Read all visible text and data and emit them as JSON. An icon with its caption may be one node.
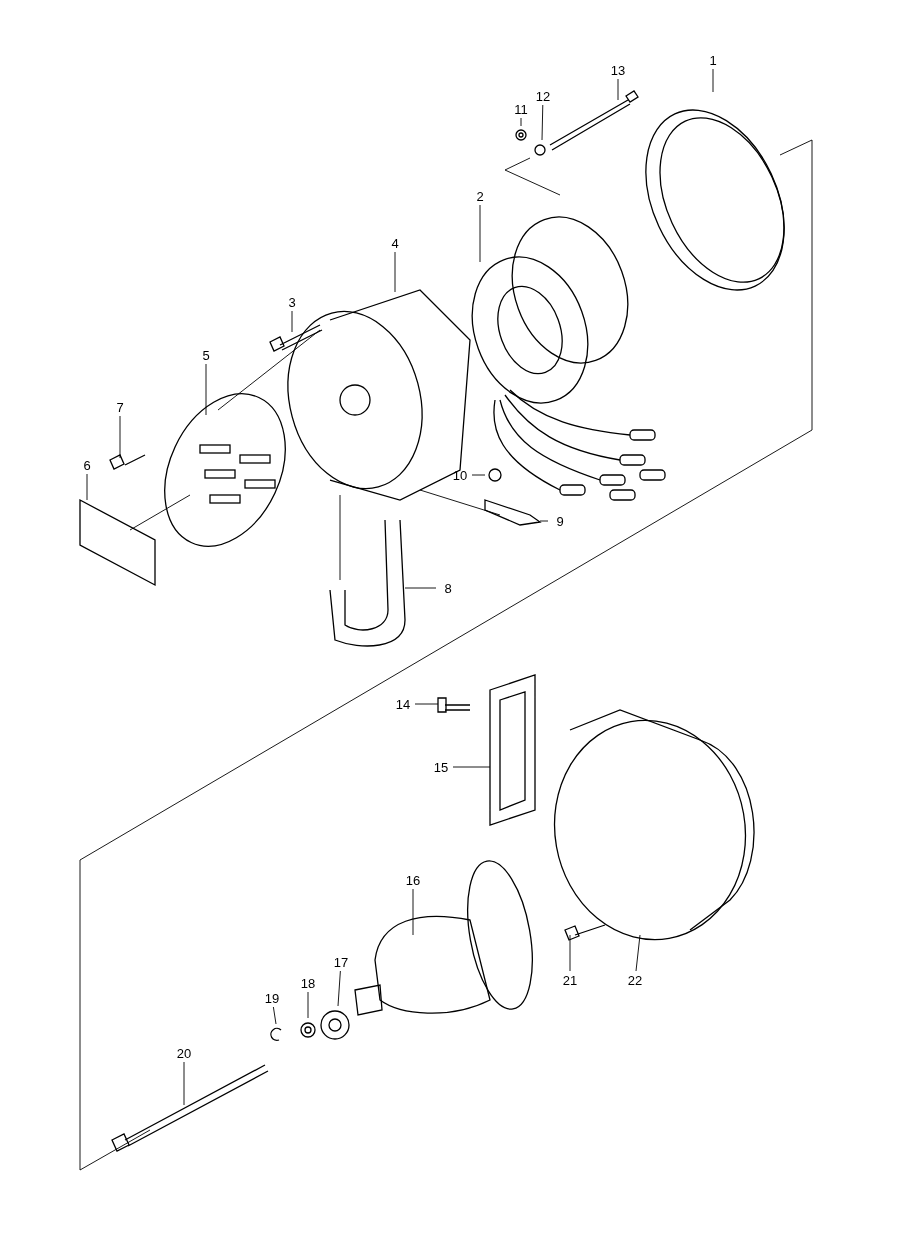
{
  "diagram": {
    "nodes": [
      {
        "text": [
          "1"
        ]
      },
      {
        "text": [
          "13"
        ]
      },
      {
        "text": [
          "12"
        ]
      },
      {
        "text": [
          "11"
        ]
      },
      {
        "text": [
          "2"
        ]
      },
      {
        "text": [
          "4"
        ]
      },
      {
        "text": [
          "3"
        ]
      },
      {
        "text": [
          "5"
        ]
      },
      {
        "text": [
          "7"
        ]
      },
      {
        "text": [
          "6"
        ]
      },
      {
        "text": [
          "10"
        ]
      },
      {
        "text": [
          "9"
        ]
      },
      {
        "text": [
          "8"
        ]
      },
      {
        "text": [
          "14"
        ]
      },
      {
        "text": [
          "15"
        ]
      },
      {
        "text": [
          "16"
        ]
      },
      {
        "text": [
          "17"
        ]
      },
      {
        "text": [
          "18"
        ]
      },
      {
        "text": [
          "19"
        ]
      },
      {
        "text": [
          "20"
        ]
      },
      {
        "text": [
          "21"
        ]
      },
      {
        "text": [
          "22"
        ]
      }
    ],
    "edges": [
      {
        "from": 0,
        "to": null,
        "arrow": "none"
      },
      {
        "from": 1,
        "to": null,
        "arrow": "none"
      },
      {
        "from": 2,
        "to": null,
        "arrow": "none"
      },
      {
        "from": 3,
        "to": null,
        "arrow": "none"
      },
      {
        "from": 4,
        "to": null,
        "arrow": "none"
      },
      {
        "from": 5,
        "to": null,
        "arrow": "none"
      },
      {
        "from": 6,
        "to": null,
        "arrow": "none"
      },
      {
        "from": 7,
        "to": null,
        "arrow": "none"
      },
      {
        "from": 8,
        "to": null,
        "arrow": "none"
      },
      {
        "from": 9,
        "to": null,
        "arrow": "none"
      },
      {
        "from": 10,
        "to": null,
        "arrow": "none"
      },
      {
        "from": 11,
        "to": null,
        "arrow": "none"
      },
      {
        "from": 12,
        "to": null,
        "arrow": "none"
      },
      {
        "from": 13,
        "to": null,
        "arrow": "none"
      },
      {
        "from": 14,
        "to": null,
        "arrow": "none"
      },
      {
        "from": 15,
        "to": null,
        "arrow": "none"
      },
      {
        "from": 16,
        "to": null,
        "arrow": "none"
      },
      {
        "from": 17,
        "to": null,
        "arrow": "none"
      },
      {
        "from": 18,
        "to": null,
        "arrow": "none"
      },
      {
        "from": 19,
        "to": null,
        "arrow": "none"
      },
      {
        "from": 20,
        "to": null,
        "arrow": "none"
      },
      {
        "from": 21,
        "to": null,
        "arrow": "none"
      }
    ]
  }
}
